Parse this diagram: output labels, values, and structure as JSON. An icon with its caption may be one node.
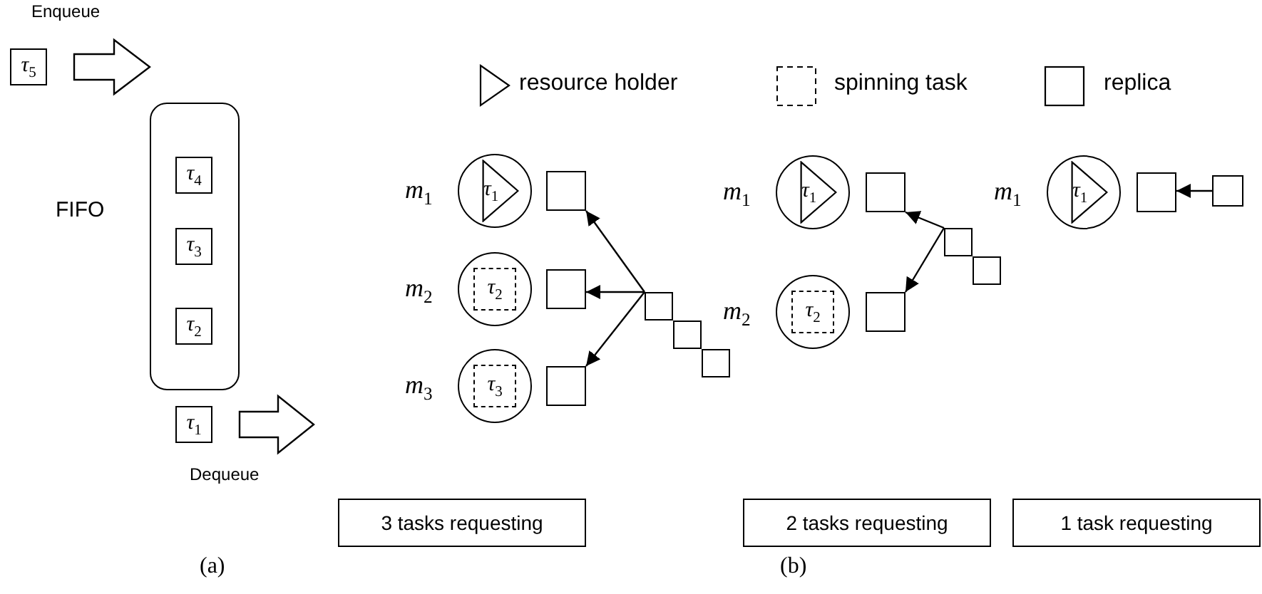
{
  "diagram": {
    "nodes": [
      {
        "text": [
          "τ$_{5}$"
        ]
      },
      {
        "text": [
          "FIFO"
        ]
      },
      {
        "text": [
          "τ$_{4}$"
        ],
        "in": 1
      },
      {
        "text": [
          "τ$_{3}$"
        ],
        "in": 1
      },
      {
        "text": [
          "τ$_{2}$"
        ],
        "in": 1
      },
      {
        "text": [
          "τ$_{1}$"
        ]
      },
      {
        "text": [],
        "shape": "circle",
        "beside": [
          "m$_{1}$"
        ]
      },
      {
        "text": [
          "τ$_{1}$"
        ],
        "in": 6
      },
      {
        "text": [],
        "shape": "box"
      },
      {
        "text": [],
        "shape": "circle",
        "beside": [
          "m$_{2}$"
        ]
      },
      {
        "text": [
          "τ$_{2}$"
        ],
        "in": 9
      },
      {
        "text": [],
        "shape": "box"
      },
      {
        "text": [],
        "shape": "circle",
        "beside": [
          "m$_{3}$"
        ]
      },
      {
        "text": [
          "τ$_{3}$"
        ],
        "in": 12
      },
      {
        "text": [],
        "shape": "box"
      },
      {
        "text": [],
        "shape": "box"
      },
      {
        "text": [],
        "shape": "box"
      },
      {
        "text": [],
        "shape": "box"
      },
      {
        "text": [
          "3 tasks requesting"
        ]
      },
      {
        "text": [],
        "shape": "circle",
        "beside": [
          "m$_{1}$"
        ]
      },
      {
        "text": [
          "τ$_{1}$"
        ],
        "in": 19
      },
      {
        "text": [],
        "shape": "box"
      },
      {
        "text": [],
        "shape": "circle",
        "beside": [
          "m$_{2}$"
        ]
      },
      {
        "text": [
          "τ$_{2}$"
        ],
        "in": 22
      },
      {
        "text": [],
        "shape": "box"
      },
      {
        "text": [],
        "shape": "box"
      },
      {
        "text": [],
        "shape": "box"
      },
      {
        "text": [
          "2 tasks requesting"
        ]
      },
      {
        "text": [],
        "shape": "circle",
        "beside": [
          "m$_{1}$"
        ]
      },
      {
        "text": [
          "τ$_{1}$"
        ],
        "in": 28
      },
      {
        "text": [],
        "shape": "box"
      },
      {
        "text": [],
        "shape": "box"
      },
      {
        "text": [
          "1 task requesting"
        ]
      }
    ],
    "edges": [
      {
        "from": 0,
        "to": null,
        "arrow": "to",
        "label": "Enqueue"
      },
      {
        "from": 5,
        "to": null,
        "arrow": "to",
        "label": "Dequeue"
      },
      {
        "from": 15,
        "to": 8,
        "arrow": "to"
      },
      {
        "from": 15,
        "to": 11,
        "arrow": "to"
      },
      {
        "from": 15,
        "to": 14,
        "arrow": "to"
      },
      {
        "from": 25,
        "to": 21,
        "arrow": "to"
      },
      {
        "from": 25,
        "to": 24,
        "arrow": "to"
      },
      {
        "from": 31,
        "to": 30,
        "arrow": "to"
      }
    ],
    "labels": [
      "(a)",
      "(b)"
    ],
    "legend": [
      {
        "text": "resource holder"
      },
      {
        "text": "spinning task"
      },
      {
        "text": "replica"
      }
    ]
  }
}
